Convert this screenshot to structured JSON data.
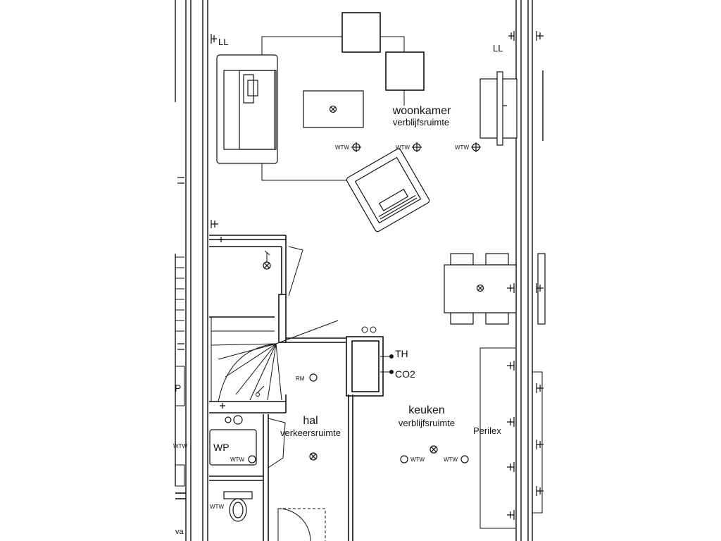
{
  "rooms": {
    "living": {
      "name": "woonkamer",
      "type": "verblijfsruimte"
    },
    "hall": {
      "name": "hal",
      "type": "verkeersruimte"
    },
    "kitchen": {
      "name": "keuken",
      "type": "verblijfsruimte"
    }
  },
  "labels": {
    "ll": "LL",
    "wtw": "WTW",
    "rm": "RM",
    "th": "TH",
    "co2": "CO2",
    "wp": "WP",
    "perilex": "Perilex",
    "p": "P",
    "va": "va"
  },
  "colors": {
    "line": "#111111",
    "wall_fill": "#ffffff",
    "background": "#ffffff"
  }
}
